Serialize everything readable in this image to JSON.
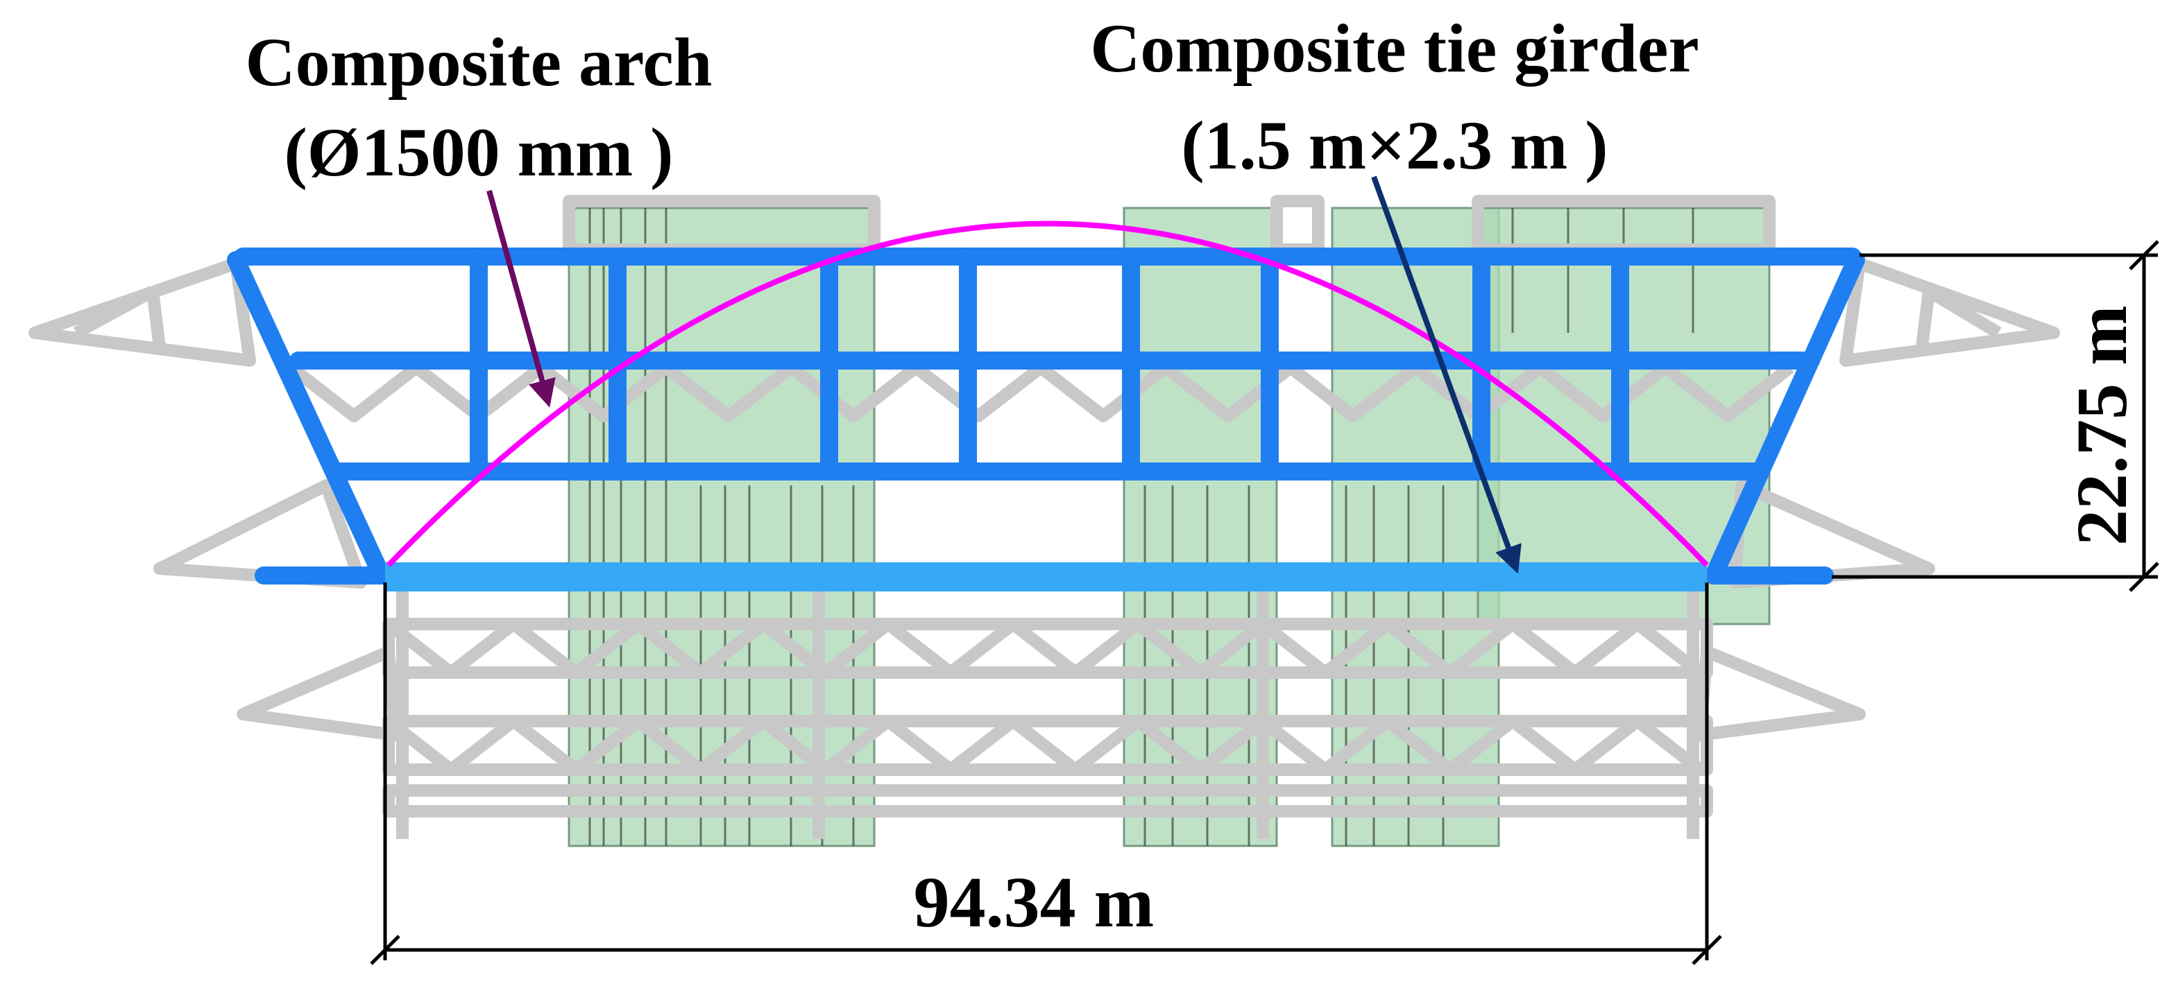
{
  "labels": {
    "arch_title": "Composite arch",
    "arch_spec": "(Ø1500 mm )",
    "girder_title": "Composite tie girder",
    "girder_spec": "(1.5 m×2.3 m )",
    "span": "94.34 m",
    "height": "22.75 m"
  },
  "colors": {
    "frame_blue": "#1f7ff0",
    "girder_blue": "#36a8f5",
    "arch_magenta": "#ff00ff",
    "arch_arrow": "#6a0a60",
    "girder_arrow": "#0d2f6e",
    "truss_grey": "#c8c8c8",
    "core_green": "#a9d8b4",
    "dimension_black": "#000000"
  }
}
